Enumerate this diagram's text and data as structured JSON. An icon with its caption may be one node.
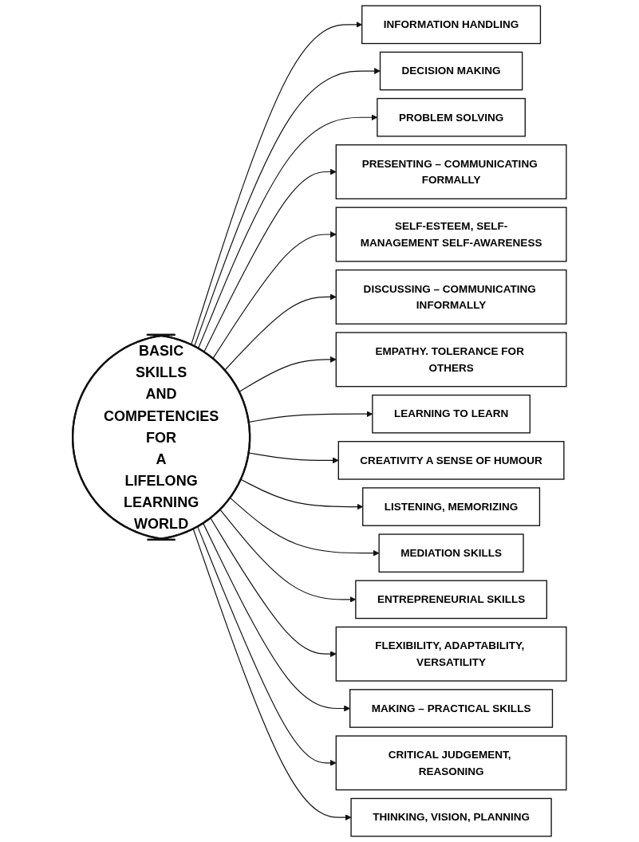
{
  "diagram": {
    "nodes": [
      {
        "text": [
          "BASIC SKILLS AND COMPETENCIES FOR A LIFELONG LEARNING WORLD"
        ]
      },
      {
        "text": [
          "INFORMATION HANDLING"
        ]
      },
      {
        "text": [
          "DECISION MAKING"
        ]
      },
      {
        "text": [
          "PROBLEM SOLVING"
        ]
      },
      {
        "text": [
          "PRESENTING – COMMUNICATING FORMALLY"
        ]
      },
      {
        "text": [
          "SELF-ESTEEM, SELF-MANAGEMENT SELF-AWARENESS"
        ]
      },
      {
        "text": [
          "DISCUSSING – COMMUNICATING INFORMALLY"
        ]
      },
      {
        "text": [
          "EMPATHY. TOLERANCE FOR OTHERS"
        ]
      },
      {
        "text": [
          "LEARNING TO LEARN"
        ]
      },
      {
        "text": [
          "CREATIVITY A SENSE OF HUMOUR"
        ]
      },
      {
        "text": [
          "LISTENING, MEMORIZING"
        ]
      },
      {
        "text": [
          "MEDIATION SKILLS"
        ]
      },
      {
        "text": [
          "ENTREPRENEURIAL SKILLS"
        ]
      },
      {
        "text": [
          "FLEXIBILITY, ADAPTABILITY, VERSATILITY"
        ]
      },
      {
        "text": [
          "MAKING – PRACTICAL SKILLS"
        ]
      },
      {
        "text": [
          "CRITICAL JUDGEMENT, REASONING"
        ]
      },
      {
        "text": [
          "THINKING, VISION, PLANNING"
        ]
      }
    ],
    "edges": [
      {
        "from": 0,
        "to": 1,
        "arrow": "to"
      },
      {
        "from": 0,
        "to": 2,
        "arrow": "to"
      },
      {
        "from": 0,
        "to": 3,
        "arrow": "to"
      },
      {
        "from": 0,
        "to": 4,
        "arrow": "to"
      },
      {
        "from": 0,
        "to": 5,
        "arrow": "to"
      },
      {
        "from": 0,
        "to": 6,
        "arrow": "to"
      },
      {
        "from": 0,
        "to": 7,
        "arrow": "to"
      },
      {
        "from": 0,
        "to": 8,
        "arrow": "to"
      },
      {
        "from": 0,
        "to": 9,
        "arrow": "to"
      },
      {
        "from": 0,
        "to": 10,
        "arrow": "to"
      },
      {
        "from": 0,
        "to": 11,
        "arrow": "to"
      },
      {
        "from": 0,
        "to": 12,
        "arrow": "to"
      },
      {
        "from": 0,
        "to": 13,
        "arrow": "to"
      },
      {
        "from": 0,
        "to": 14,
        "arrow": "to"
      },
      {
        "from": 0,
        "to": 15,
        "arrow": "to"
      },
      {
        "from": 0,
        "to": 16,
        "arrow": "to"
      }
    ]
  }
}
